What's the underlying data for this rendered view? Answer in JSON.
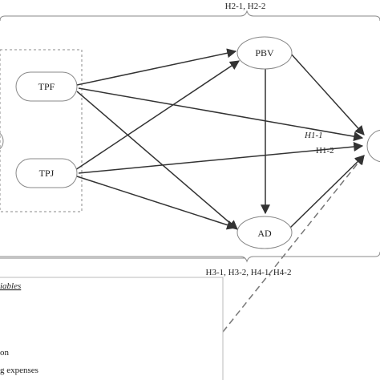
{
  "colors": {
    "stroke": "#333333",
    "node_stroke": "#888888",
    "dashed_box": "#888888",
    "legend_box": "#bbbbbb",
    "dashed_arrow": "#777777"
  },
  "nodes": {
    "tpf": "TPF",
    "tpj": "TPJ",
    "pbv": "PBV",
    "ad": "AD"
  },
  "brackets": {
    "top": "H2-1, H2-2",
    "bottom": "H3-1, H3-2, H4-1, H4-2"
  },
  "paths": {
    "h1_1": "H1-1",
    "h1_2": "H1-2"
  },
  "legend": {
    "heading": "iables",
    "line_1": "on",
    "line_2": "g expenses"
  }
}
